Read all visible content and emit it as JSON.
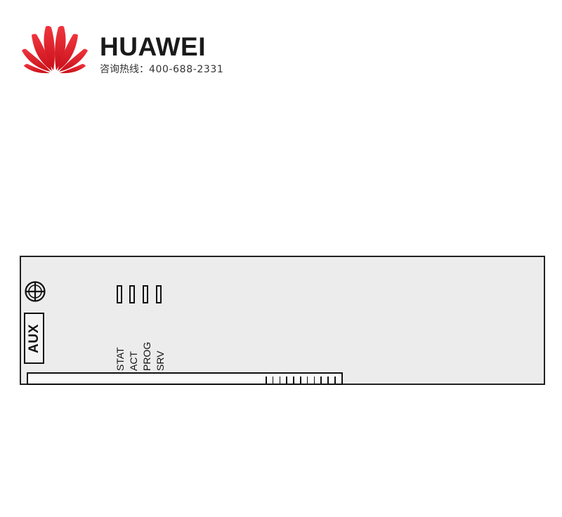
{
  "brand": {
    "name": "HUAWEI",
    "hotline_label": "咨询热线：",
    "hotline_number": "400-688-2331",
    "logo_color": "#e11d26"
  },
  "panel": {
    "aux_label": "AUX",
    "leds": [
      "STAT",
      "ACT",
      "PROG",
      "SRV"
    ],
    "connector_tick_count": 11
  }
}
